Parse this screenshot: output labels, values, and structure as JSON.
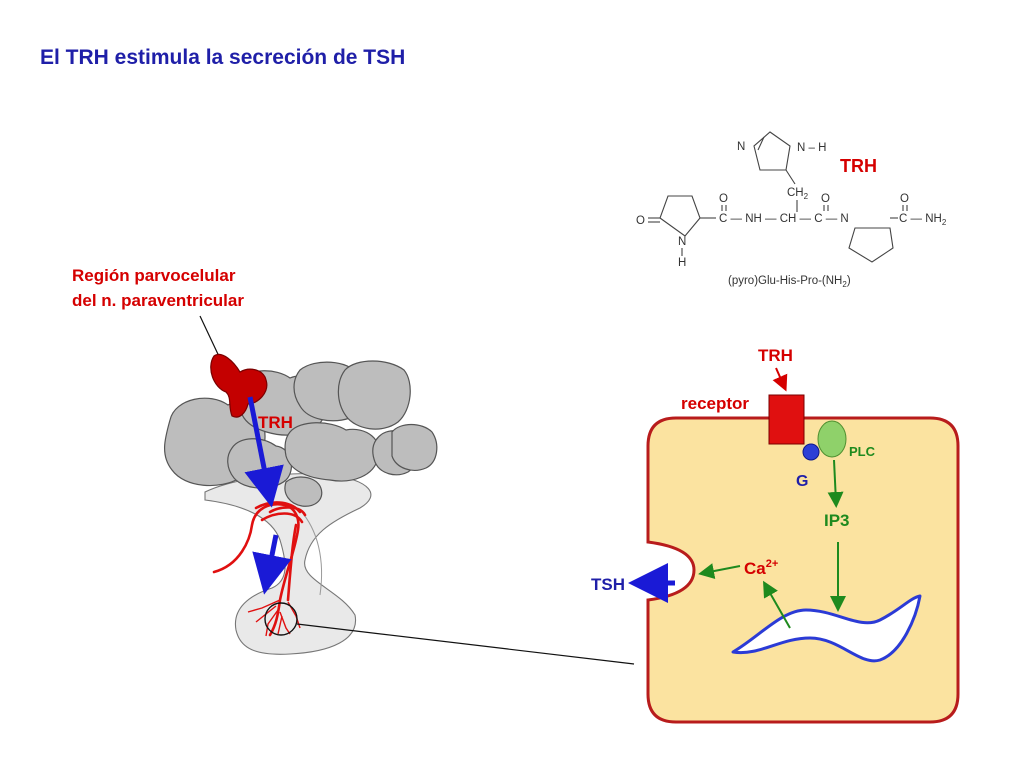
{
  "title": "El TRH estimula la secreción de TSH",
  "labels": {
    "region_line1": "Región parvocelular",
    "region_line2": "del n. paraventricular",
    "trh_brain": "TRH",
    "trh_molecule": "TRH",
    "trh_cell": "TRH",
    "receptor": "receptor",
    "plc": "PLC",
    "g": "G",
    "ip3": "IP3",
    "ca": "Ca",
    "ca_sup": "2+",
    "tsh": "TSH"
  },
  "molecule": {
    "atom_n": "N",
    "atom_h": "H",
    "atom_o": "O",
    "atom_c": "C",
    "ring_nh": "N – H",
    "ch2": "CH",
    "ch2_sub": "2",
    "nh_left": "C — NH — CH — C — N",
    "nh2": "C — NH",
    "nh2_sub": "2",
    "caption": "(pyro)Glu-His-Pro-(NH",
    "caption_sub": "2",
    "caption_end": ")"
  },
  "colors": {
    "title": "#1f1fa8",
    "red": "#d50000",
    "blue": "#1a1ad6",
    "green": "#1e8a1e",
    "cell_fill": "#fbe3a0",
    "cell_stroke": "#b81c1c",
    "plc_fill": "#8fd16a",
    "g_fill": "#2b3fd6",
    "brain_fill": "#bdbdbd",
    "pituitary_fill": "#e9e9e9"
  }
}
